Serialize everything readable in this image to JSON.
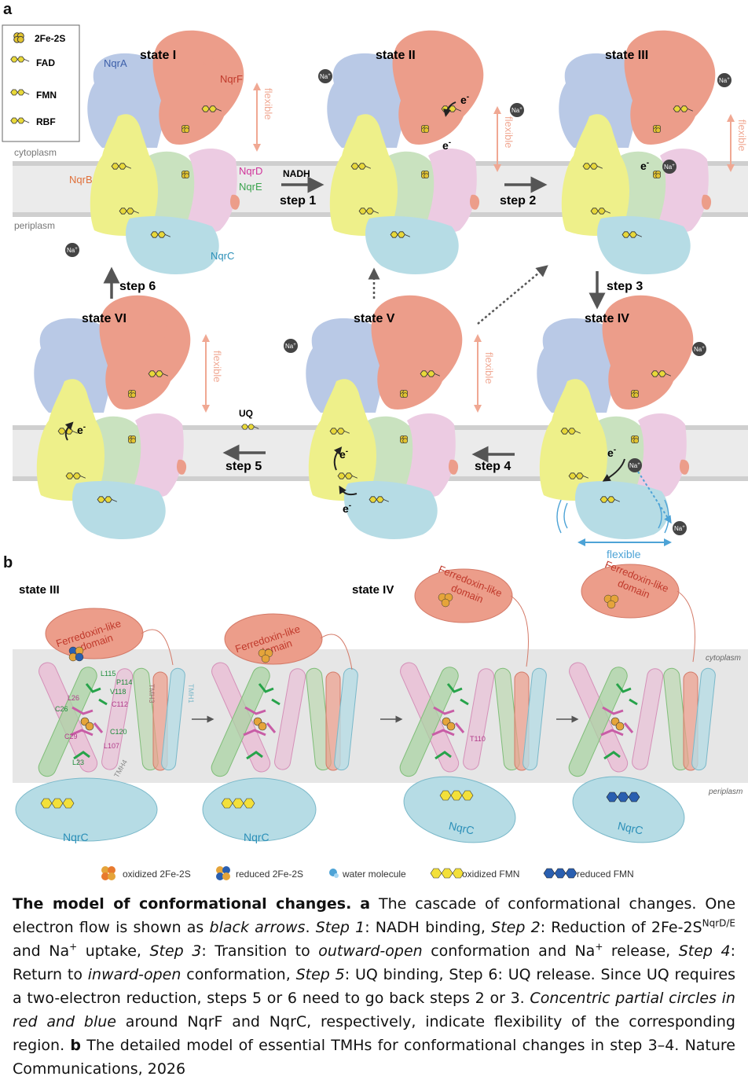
{
  "panel_a": {
    "label": "a",
    "legend": {
      "items": [
        {
          "label": "2Fe-2S",
          "icon": "iron-sulfur-cluster-icon"
        },
        {
          "label": "FAD",
          "icon": "fad-cofactor-icon"
        },
        {
          "label": "FMN",
          "icon": "fmn-cofactor-icon"
        },
        {
          "label": "RBF",
          "icon": "rbf-cofactor-icon"
        }
      ]
    },
    "membrane_labels": {
      "top": "cytoplasm",
      "bottom": "periplasm"
    },
    "subunit_labels": {
      "a": "NqrA",
      "f": "NqrF",
      "b": "NqrB",
      "d": "NqrD",
      "e": "NqrE",
      "c": "NqrC"
    },
    "states": {
      "s1": "state I",
      "s2": "state II",
      "s3": "state III",
      "s4": "state IV",
      "s5": "state V",
      "s6": "state VI"
    },
    "steps": {
      "s1": "step 1",
      "s2": "step 2",
      "s3": "step 3",
      "s4": "step 4",
      "s5": "step 5",
      "s6": "step 6"
    },
    "nadh": "NADH",
    "uq": "UQ",
    "na": "Na",
    "na_charge": "+",
    "electron": "e",
    "electron_charge": "-",
    "flexible": "flexible"
  },
  "panel_b": {
    "label": "b",
    "states": {
      "left": "state III",
      "right": "state IV"
    },
    "domain_line1": "Ferredoxin-like",
    "domain_line2": "domain",
    "nqrc": "NqrC",
    "cytoplasm": "cytoplasm",
    "periplasm": "periplasm",
    "tmh": [
      "TMH1",
      "TMH3",
      "TMH4"
    ],
    "residues": [
      "L115",
      "P114",
      "V118",
      "L26",
      "C112",
      "C26",
      "C120",
      "C29",
      "L107",
      "L23",
      "T110"
    ],
    "legend": [
      {
        "label": "oxidized 2Fe-2S",
        "icon": "oxidized-iron-sulfur-icon"
      },
      {
        "label": "reduced 2Fe-2S",
        "icon": "reduced-iron-sulfur-icon"
      },
      {
        "label": "water molecule",
        "icon": "water-molecule-icon"
      },
      {
        "label": "oxidized FMN",
        "icon": "oxidized-fmn-icon"
      },
      {
        "label": "reduced FMN",
        "icon": "reduced-fmn-icon"
      }
    ]
  },
  "colors": {
    "nqrA": "#b9c9e6",
    "nqrF": "#ec9d8a",
    "nqrB": "#eef08a",
    "nqrE": "#c9e2bf",
    "nqrD": "#eccbe2",
    "nqrC": "#b6dce5",
    "membrane": "#ebebeb",
    "flex": "#f0b6a6",
    "blue": "#4da3d6"
  },
  "caption": {
    "title": "The model of conformational changes.",
    "a_label": "a",
    "p1": " The cascade of conformational changes. One electron flow is shown as ",
    "p1_em": "black arrows",
    "p2": ". ",
    "step1_label": "Step 1",
    "step1_text": ": NADH binding, ",
    "step2_label": "Step 2",
    "step2_text": ": Reduction of 2Fe-2S",
    "step2_sup": "NqrD/E",
    "step2_text2": " and Na",
    "na_sup": "+",
    "step2_text3": " uptake, ",
    "step3_label": "Step 3",
    "step3_text": ": Transition to ",
    "step3_em": "outward-open",
    "step3_text2": " conformation and Na",
    "step3_text3": " release, ",
    "step4_label": "Step 4",
    "step4_text": ": Return to ",
    "step4_em": "inward-open",
    "step4_text2": " conformation, ",
    "step5_label": "Step 5",
    "step5_text": ": UQ binding, Step 6: UQ release. Since UQ requires a two-electron reduction, steps 5 or 6 need to go back steps 2 or 3. ",
    "circles_em": "Concentric partial circles in red and blue",
    "circles_text": " around NqrF and NqrC, respectively, indicate flexibility of the corresponding region. ",
    "b_label": "b",
    "b_text": " The detailed model of essential TMHs for conformational changes in step 3–4. Nature Communications, 2026"
  }
}
